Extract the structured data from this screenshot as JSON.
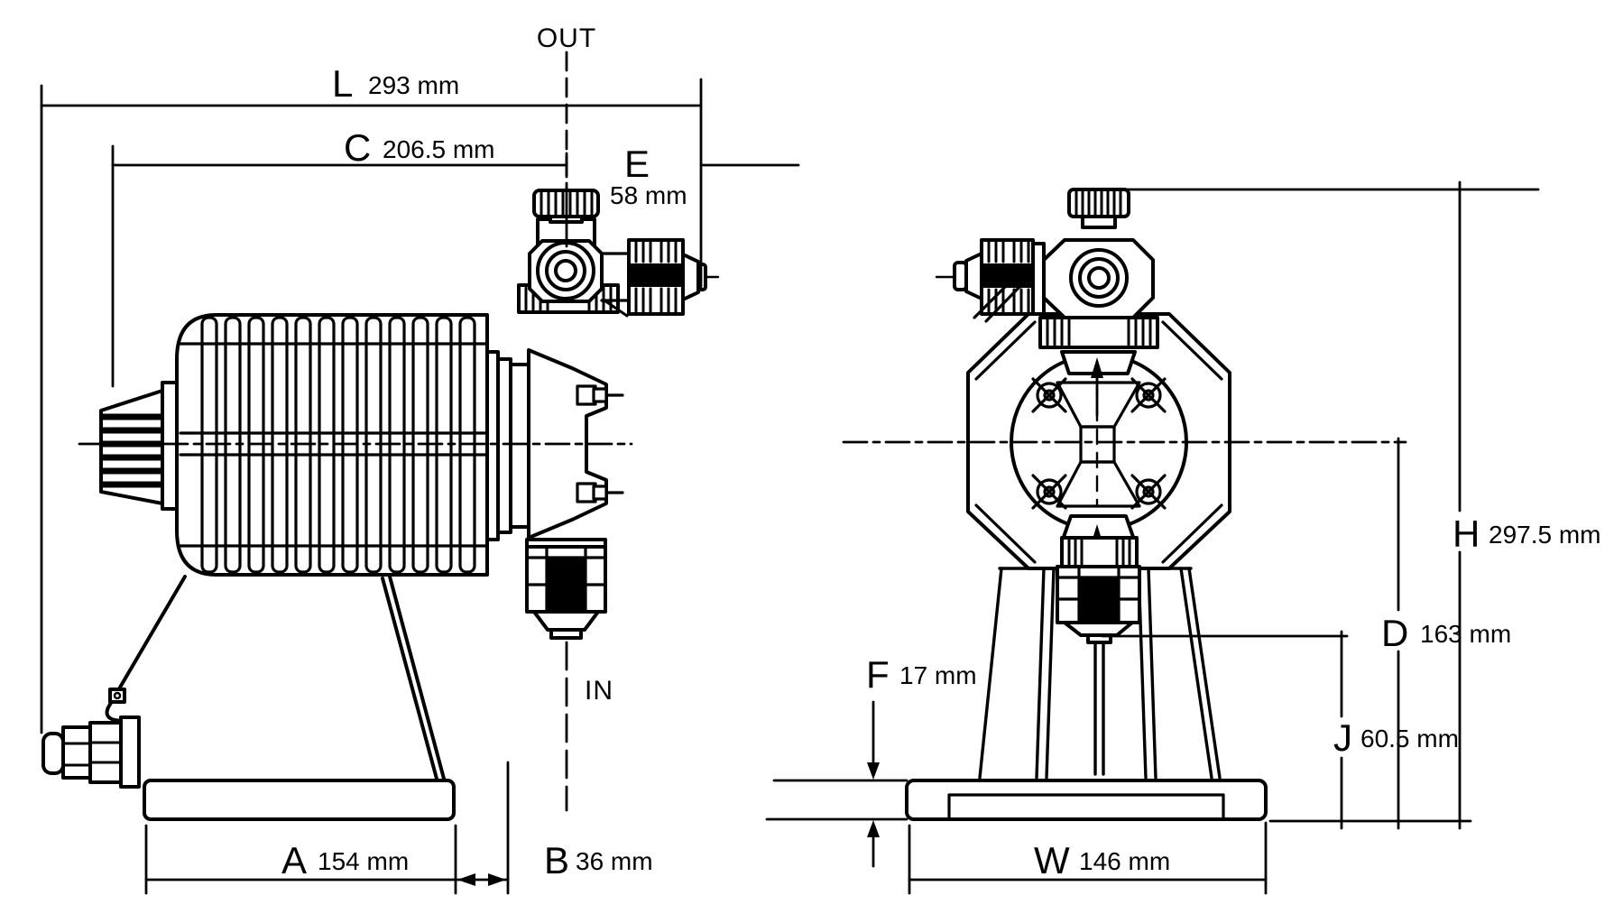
{
  "diagram": {
    "type": "technical-dimensional-drawing",
    "line_color": "#000000",
    "background": "#ffffff",
    "ports": {
      "out": "OUT",
      "in": "IN"
    },
    "dimensions": {
      "L": {
        "letter": "L",
        "value": "293 mm"
      },
      "C": {
        "letter": "C",
        "value": "206.5 mm"
      },
      "E": {
        "letter": "E",
        "value": "58 mm"
      },
      "A": {
        "letter": "A",
        "value": "154 mm"
      },
      "B": {
        "letter": "B",
        "value": "36 mm"
      },
      "H": {
        "letter": "H",
        "value": "297.5 mm"
      },
      "D": {
        "letter": "D",
        "value": "163 mm"
      },
      "F": {
        "letter": "F",
        "value": "17 mm"
      },
      "J": {
        "letter": "J",
        "value": "60.5 mm"
      },
      "W": {
        "letter": "W",
        "value": "146 mm"
      }
    }
  }
}
